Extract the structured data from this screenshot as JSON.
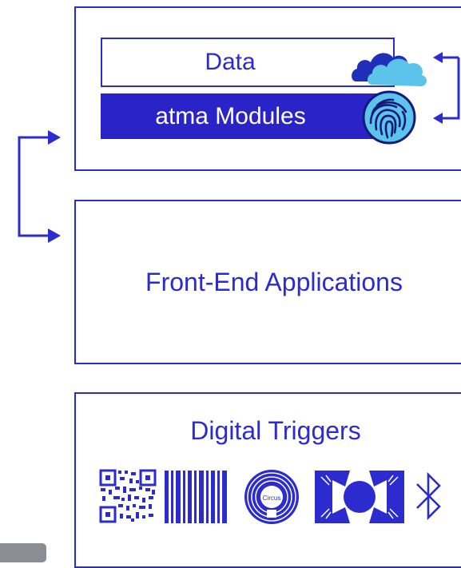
{
  "top_block": {
    "data_label": "Data",
    "modules_label": "atma Modules"
  },
  "middle_block": {
    "label": "Front-End Applications"
  },
  "bottom_block": {
    "label": "Digital Triggers",
    "nfc_text": "Circus",
    "icons": [
      "qr-code-icon",
      "barcode-icon",
      "nfc-tag-icon",
      "rfid-label-icon",
      "bluetooth-icon"
    ]
  },
  "colors": {
    "primary": "#2b2bd0",
    "modules_fill": "#2a24c8",
    "cloud_dark": "#1f2fb8",
    "cloud_light": "#5cc3ea",
    "tab_grey": "#8a8e94"
  },
  "icons": {
    "cloud": "cloud-icon",
    "fingerprint": "fingerprint-icon"
  }
}
